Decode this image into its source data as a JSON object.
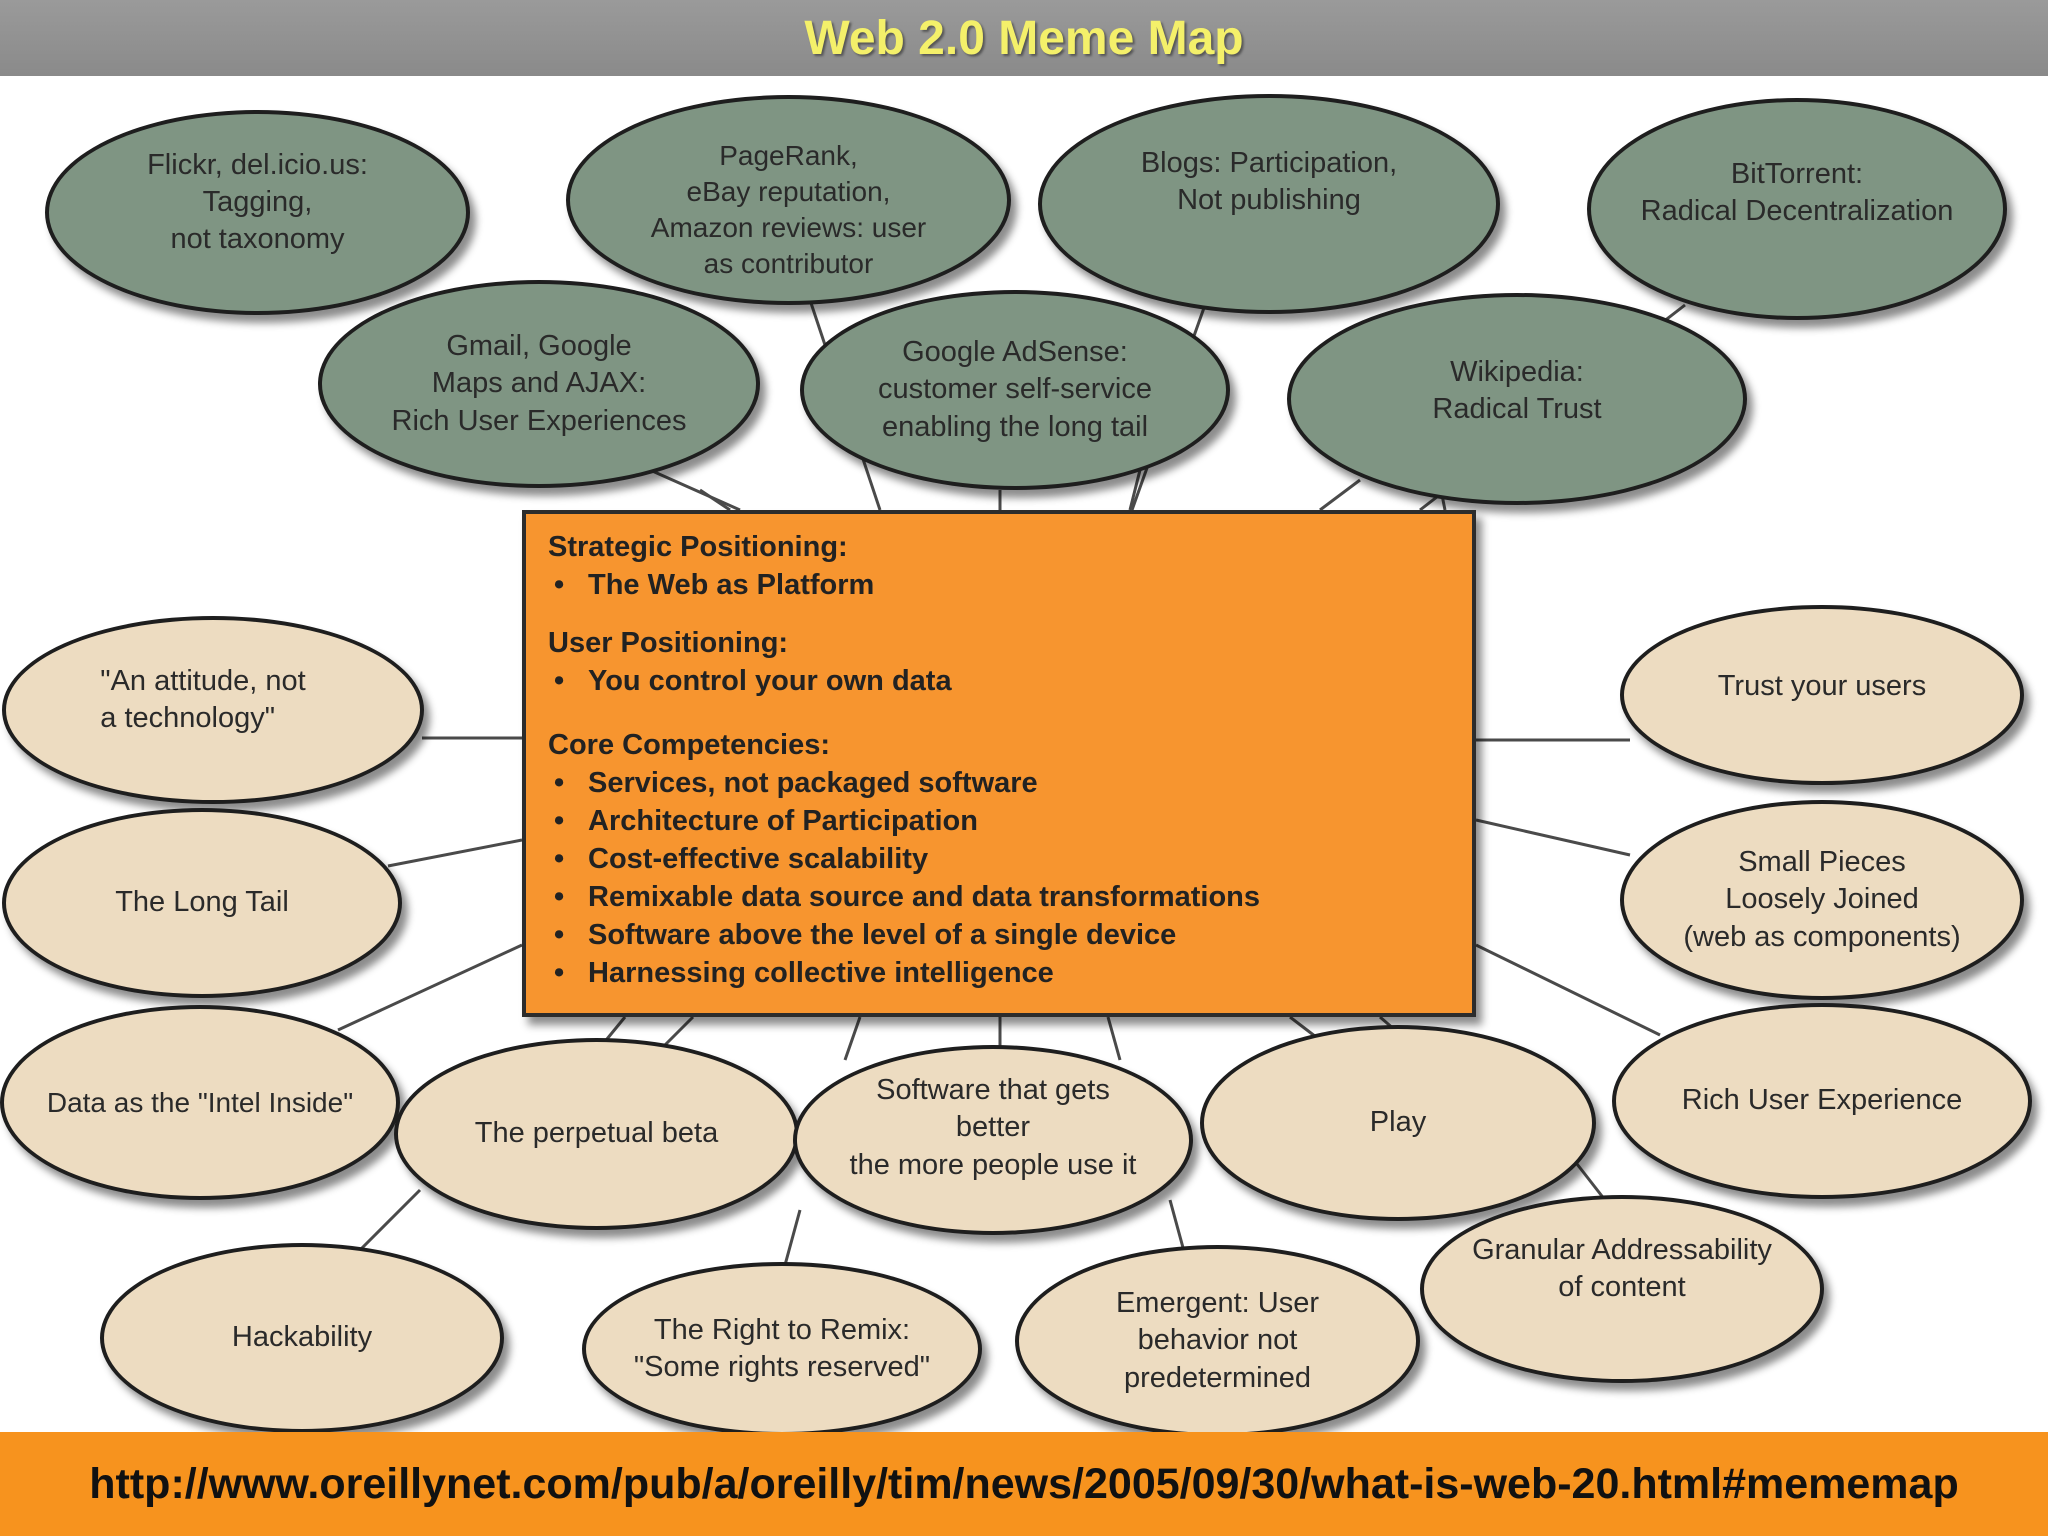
{
  "title": "Web 2.0 Meme Map",
  "colors": {
    "principle_node": "#7f9583",
    "idea_node": "#eddcc1",
    "core_box": "#f7952f",
    "footer": "#f7931e",
    "title_text": "#f4f06a"
  },
  "top_nodes": [
    "Flickr, del.icio.us:\nTagging,\nnot taxonomy",
    "PageRank,\neBay reputation,\nAmazon reviews:  user\nas contributor",
    "Blogs:  Participation,\nNot publishing",
    "BitTorrent:\nRadical Decentralization",
    "Gmail, Google\nMaps and AJAX:\nRich User Experiences",
    "Google AdSense:\ncustomer self-service\nenabling the long tail",
    "Wikipedia:\nRadical Trust"
  ],
  "core": {
    "strategic_heading": "Strategic Positioning:",
    "strategic_items": [
      "The Web as Platform"
    ],
    "user_heading": "User Positioning:",
    "user_items": [
      "You control your own data"
    ],
    "competencies_heading": "Core Competencies:",
    "competencies_items": [
      "Services, not packaged software",
      "Architecture of Participation",
      "Cost-effective scalability",
      "Remixable data source and data transformations",
      "Software above the level of a single device",
      "Harnessing collective intelligence"
    ]
  },
  "idea_nodes": [
    "\"An attitude, not\na technology\"",
    "The Long Tail",
    "Data as the \"Intel Inside\"",
    "Trust your users",
    "Small Pieces\nLoosely Joined\n(web as components)",
    "Rich User Experience",
    "The perpetual beta",
    "Software that gets\nbetter\nthe more people use it",
    "Play",
    "Hackability",
    "The Right to Remix:\n\"Some rights reserved\"",
    "Emergent:  User\nbehavior not\npredetermined",
    "Granular Addressability\nof content"
  ],
  "footer_url": "http://www.oreillynet.com/pub/a/oreilly/tim/news/2005/09/30/what-is-web-20.html#mememap"
}
